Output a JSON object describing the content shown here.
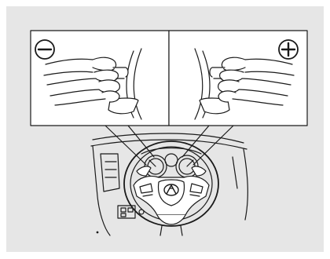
{
  "figure": {
    "panel_color": "#e6e6e6",
    "line_color": "#1a1a1a",
    "left_callout": {
      "symbol": "minus-icon",
      "paddle": "left-shift-paddle"
    },
    "right_callout": {
      "symbol": "plus-icon",
      "paddle": "right-shift-paddle"
    },
    "wheel": {
      "logo": "acura-logo"
    }
  }
}
